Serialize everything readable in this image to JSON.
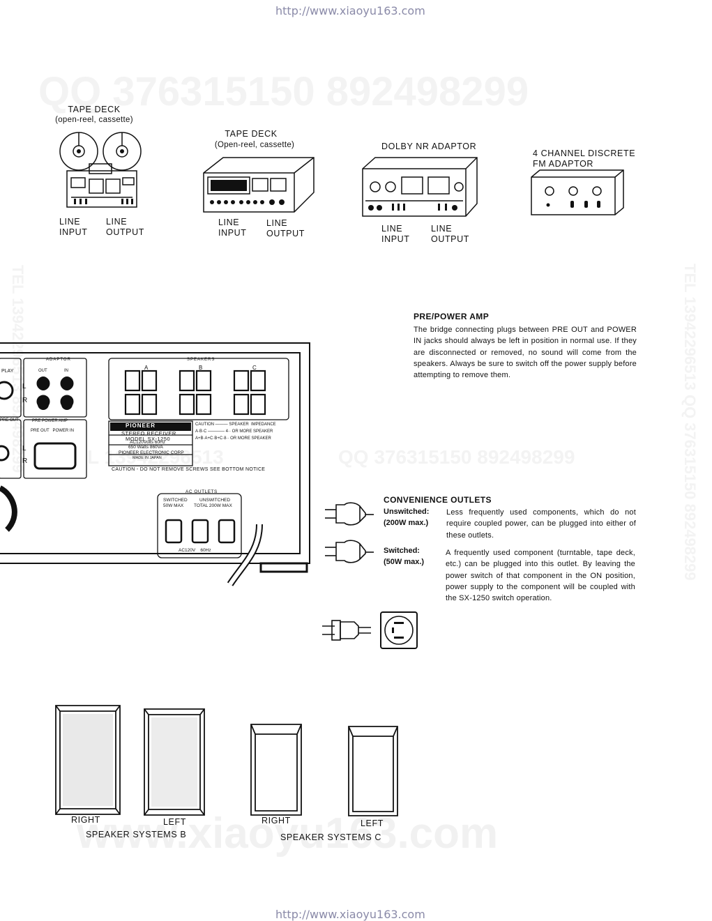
{
  "header_url": "http://www.xiaoyu163.com",
  "footer_url": "http://www.xiaoyu163.com",
  "watermarks": {
    "qq_top": "QQ 376315150   892498299",
    "qq_mid": "QQ  376315150  892498299",
    "mid_left": "L 13942296513",
    "tel_left": "TEL 13942296513   892498299",
    "tel_right": "TEL 13942296513  QQ 376315150  892498299",
    "site_bottom": "www.xiaoyu163.com"
  },
  "devices": {
    "tape_deck_1": {
      "title": "TAPE DECK",
      "subtitle": "(open-reel, cassette)",
      "line_input": "LINE\nINPUT",
      "line_output": "LINE\nOUTPUT"
    },
    "tape_deck_2": {
      "title": "TAPE DECK",
      "subtitle": "(Open-reel, cassette)",
      "line_input": "LINE\nINPUT",
      "line_output": "LINE\nOUTPUT"
    },
    "dolby": {
      "title": "DOLBY NR ADAPTOR",
      "line_input": "LINE\nINPUT",
      "line_output": "LINE\nOUTPUT"
    },
    "fm_adaptor": {
      "title": "4 CHANNEL DISCRETE\nFM ADAPTOR"
    }
  },
  "panel": {
    "play": "PLAY",
    "l": "L",
    "r": "R",
    "pre_out": "PRE OUT",
    "adaptor": "ADAPTOR",
    "adaptor_out": "OUT",
    "adaptor_in": "IN",
    "pre_power_amp": "PRE POWER AMP",
    "pre_out_power_in": "PRE OUT   POWER IN",
    "speakers": "SPEAKERS",
    "spk_a": "A",
    "spk_b": "B",
    "spk_c": "C",
    "brand": "PIONEER",
    "model_line1": "STEREO RECEIVER",
    "model_line2": "MODEL SX-1250",
    "rating_line1": "AC120Volts 60Hz",
    "rating_line2": "650 Watts 860VA",
    "maker": "PIONEER ELECTRONIC CORP",
    "made_in": "MADE IN JAPAN",
    "caution_head": "CAUTION ——— SPEAKER  IMPEDANCE",
    "caution_row1": "A·B·C ———— 4·· OR MORE SPEAKER",
    "caution_row2": "A+B·A+C·B+C·8·· OR MORE SPEAKER",
    "caution_screws": "CAUTION - DO NOT REMOVE SCREWS SEE BOTTOM NOTICE",
    "ac_outlets": "AC OUTLETS",
    "switched": "SWITCHED",
    "unswitched": "UNSWITCHED",
    "switched_max": "50W MAX",
    "total_max": "TOTAL 200W MAX",
    "ac_rating": "AC120V    60Hz"
  },
  "pre_power": {
    "title": "PRE/POWER AMP",
    "body": "The bridge connecting plugs between PRE OUT and POWER IN jacks should always be left in position in normal use. If they are disconnected or removed, no sound will come from the speakers. Always be sure to switch off the power supply before attempting to remove them."
  },
  "convenience": {
    "title": "CONVENIENCE OUTLETS",
    "unswitched_term": "Unswitched:\n(200W max.)",
    "unswitched_desc": "Less frequently used components, which do not require coupled power, can be plugged into either of these outlets.",
    "switched_term": "Switched:\n(50W max.)",
    "switched_desc": "A frequently used component (turntable, tape deck, etc.) can be plugged into this outlet. By leaving the power switch of that component in the ON position, power supply to the component will be coupled with the SX-1250 switch operation."
  },
  "speakers": {
    "b_right": "RIGHT",
    "b_left": "LEFT",
    "b_caption": "SPEAKER SYSTEMS B",
    "c_right": "RIGHT",
    "c_left": "LEFT",
    "c_caption": "SPEAKER SYSTEMS C"
  }
}
